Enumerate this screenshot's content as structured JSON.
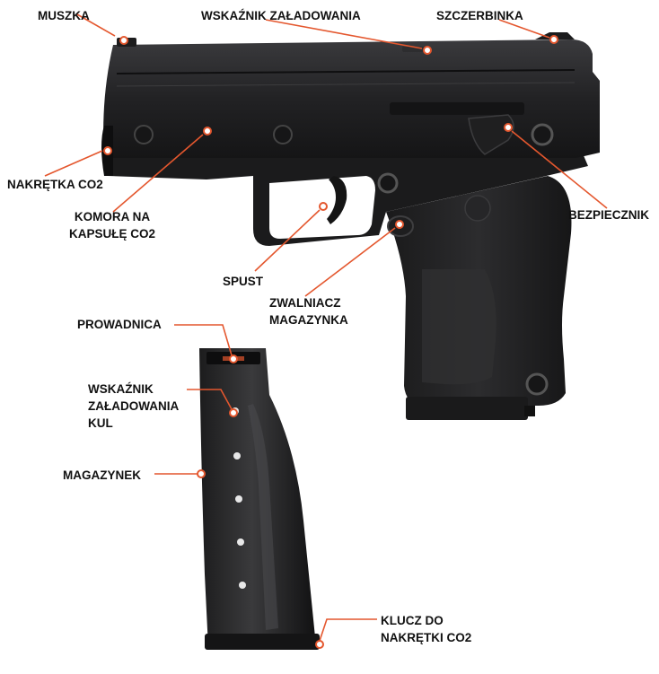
{
  "accent_color": "#e4572e",
  "labels": {
    "muszka": "MUSZKA",
    "wskaznik_zaladowania": "WSKAŹNIK ZAŁADOWANIA",
    "szczerbinka": "SZCZERBINKA",
    "nakretka_co2": "NAKRĘTKA CO2",
    "komora_line1": "KOMORA NA",
    "komora_line2": "KAPSUŁĘ CO2",
    "bezpiecznik": "BEZPIECZNIK",
    "spust": "SPUST",
    "zwalniacz_line1": "ZWALNIACZ",
    "zwalniacz_line2": "MAGAZYNKA",
    "prowadnica": "PROWADNICA",
    "wskaznik_kul_line1": "WSKAŹNIK",
    "wskaznik_kul_line2": "ZAŁADOWANIA",
    "wskaznik_kul_line3": "KUL",
    "magazynek": "MAGAZYNEK",
    "klucz_line1": "KLUCZ DO",
    "klucz_line2": "NAKRĘTKI CO2"
  }
}
